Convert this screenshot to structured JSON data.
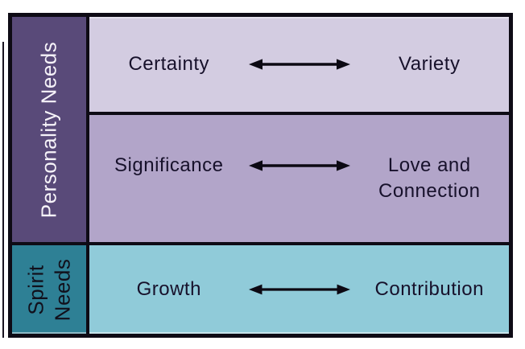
{
  "diagram": {
    "background": "#ffffff",
    "border_color": "#0e0b15",
    "label_color": "#17112b",
    "arrow": {
      "glyph": "left-right-arrow",
      "color": "#0c0913"
    },
    "sidebar": {
      "personality": {
        "label": "Personality Needs",
        "bg": "#594a79",
        "text_color": "#f6f3f9"
      },
      "spirit": {
        "line1": "Spirit",
        "line2": "Needs",
        "bg": "#2e8095",
        "text_color": "#11101c"
      }
    },
    "rows": [
      {
        "left": "Certainty",
        "right": "Variety",
        "bg": "#d3cce1"
      },
      {
        "left": "Significance",
        "right_line1": "Love and",
        "right_line2": "Connection",
        "bg": "#b2a5c9"
      },
      {
        "left": "Growth",
        "right": "Contribution",
        "bg": "#90cbd9"
      }
    ]
  }
}
